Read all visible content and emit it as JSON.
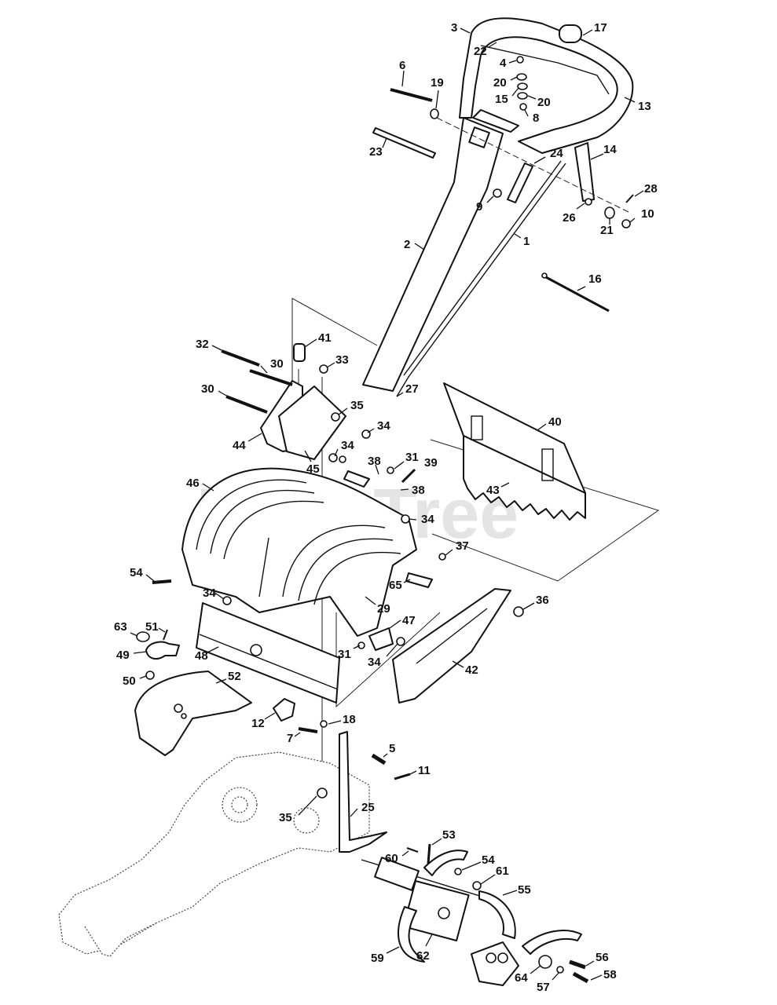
{
  "watermark": "PartsTree",
  "callouts": {
    "c1": "1",
    "c2": "2",
    "c3": "3",
    "c4": "4",
    "c5": "5",
    "c6": "6",
    "c7": "7",
    "c8": "8",
    "c9": "9",
    "c10": "10",
    "c11": "11",
    "c12": "12",
    "c13": "13",
    "c14": "14",
    "c15": "15",
    "c16": "16",
    "c17": "17",
    "c18": "18",
    "c19": "19",
    "c20a": "20",
    "c20b": "20",
    "c21": "21",
    "c22": "22",
    "c23": "23",
    "c24": "24",
    "c25": "25",
    "c26": "26",
    "c27": "27",
    "c28": "28",
    "c29": "29",
    "c30a": "30",
    "c30b": "30",
    "c31a": "31",
    "c31b": "31",
    "c32": "32",
    "c33": "33",
    "c34a": "34",
    "c34b": "34",
    "c34c": "34",
    "c34d": "34",
    "c34e": "34",
    "c35a": "35",
    "c35b": "35",
    "c36": "36",
    "c37": "37",
    "c38a": "38",
    "c38b": "38",
    "c39": "39",
    "c40": "40",
    "c41": "41",
    "c42": "42",
    "c43": "43",
    "c44": "44",
    "c45": "45",
    "c46": "46",
    "c47": "47",
    "c48": "48",
    "c49": "49",
    "c50": "50",
    "c51": "51",
    "c52": "52",
    "c53": "53",
    "c54a": "54",
    "c54b": "54",
    "c55": "55",
    "c56": "56",
    "c57": "57",
    "c58": "58",
    "c59": "59",
    "c60": "60",
    "c61": "61",
    "c62": "62",
    "c63": "63",
    "c64": "64",
    "c65": "65"
  }
}
